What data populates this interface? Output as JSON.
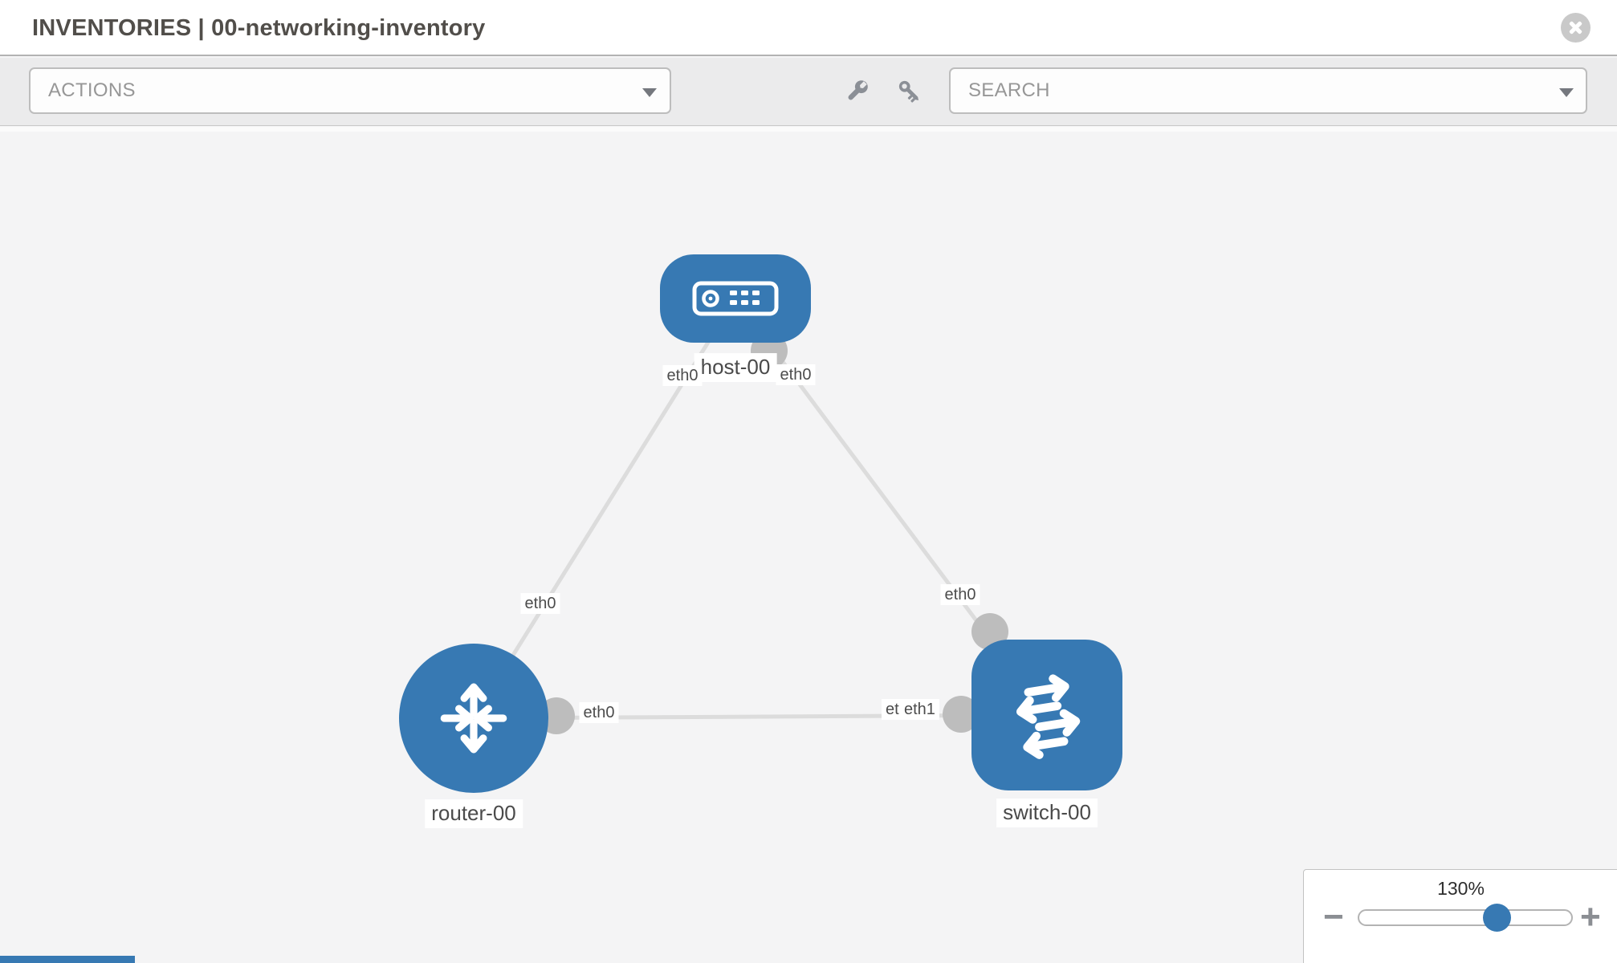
{
  "header": {
    "title": "INVENTORIES | 00-networking-inventory"
  },
  "toolbar": {
    "actions": {
      "placeholder": "ACTIONS"
    },
    "search": {
      "placeholder": "SEARCH"
    }
  },
  "icons": {
    "close": "circle-x",
    "wrench": "wrench",
    "key": "key",
    "dropdown": "chevron-down",
    "host": "host-device",
    "router": "router-arrows",
    "switch": "switch-arrows"
  },
  "topology": {
    "nodes": {
      "host": {
        "label": "host-00",
        "type": "host"
      },
      "router": {
        "label": "router-00",
        "type": "router"
      },
      "switch": {
        "label": "switch-00",
        "type": "switch"
      }
    },
    "links": [
      {
        "from": "host-00",
        "to": "router-00"
      },
      {
        "from": "host-00",
        "to": "switch-00"
      },
      {
        "from": "router-00",
        "to": "switch-00"
      }
    ],
    "interface_labels": {
      "host_router_at_host": "eth0",
      "host_router_at_router": "eth0",
      "host_switch_at_host": "eth0",
      "host_switch_at_switch": "eth0",
      "router_switch_at_router": "eth0",
      "router_switch_at_switch_back": "eth0",
      "router_switch_at_switch_front": "eth1"
    }
  },
  "zoom_control": {
    "level": "130%",
    "minus_label": "−",
    "plus_label": "+"
  },
  "colors": {
    "node_blue": "#3779b3",
    "link_gray": "#dcdcdc",
    "endpoint_gray": "#bdbdbd",
    "toolbar_bg": "#ebebec",
    "canvas_bg": "#f4f4f5"
  }
}
